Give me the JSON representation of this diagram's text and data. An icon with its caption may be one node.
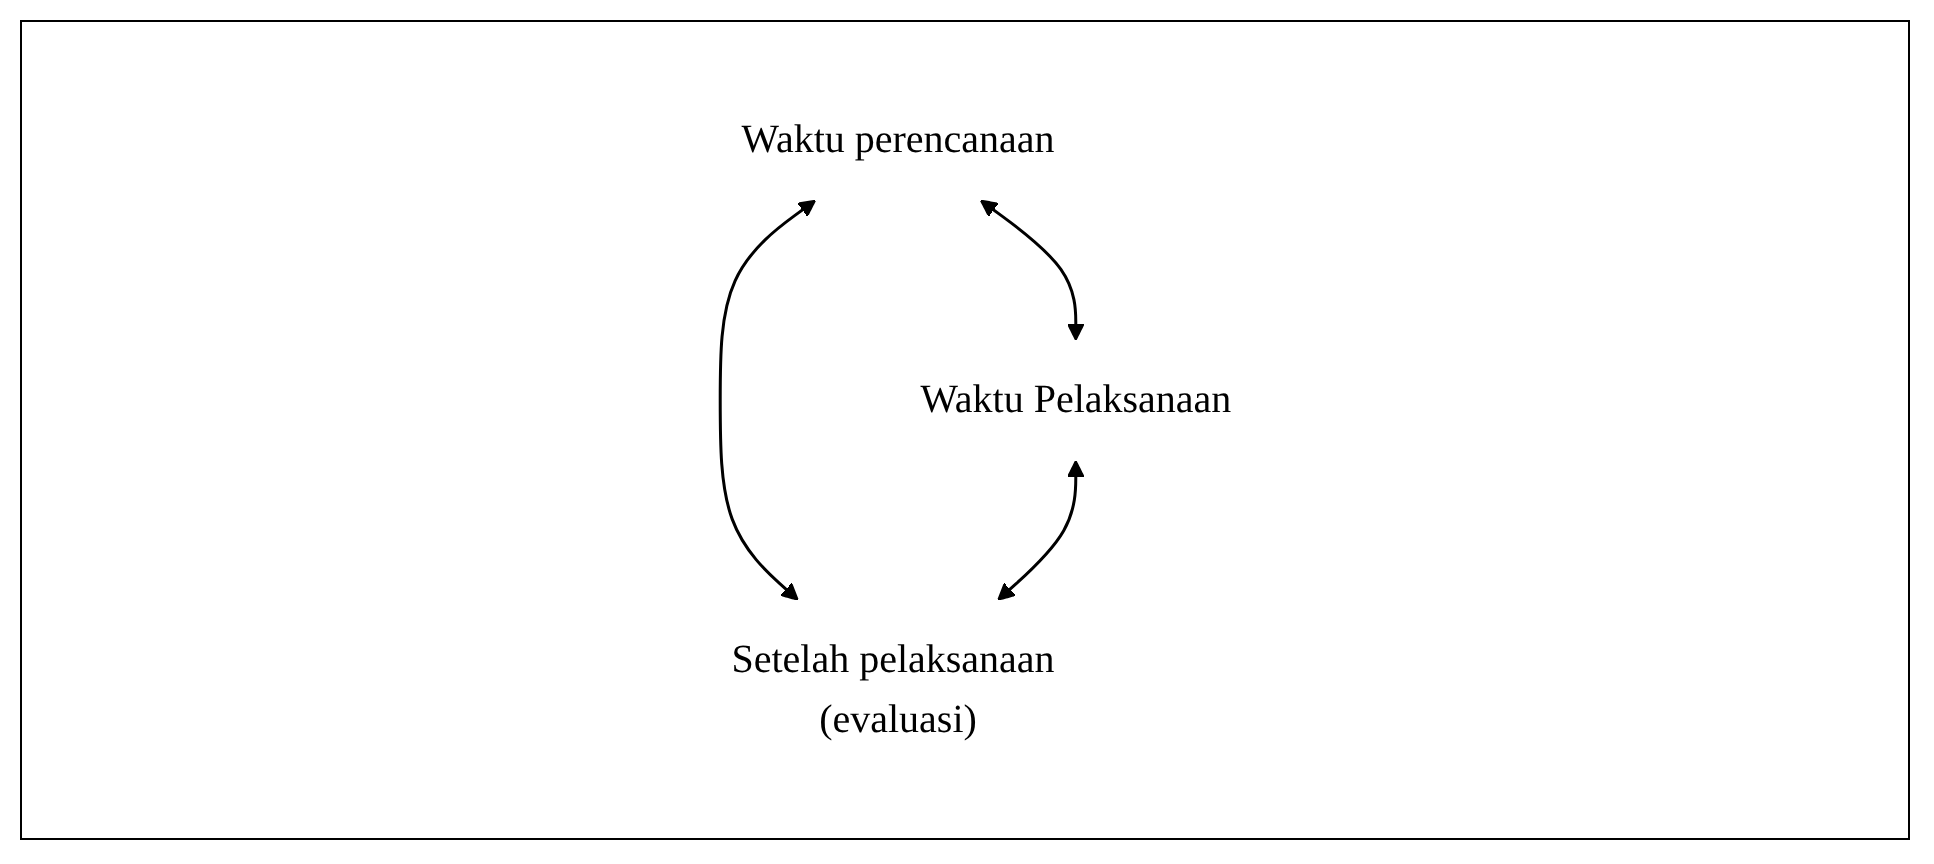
{
  "diagram": {
    "nodes": [
      {
        "text": [
          "Waktu perencanaan"
        ]
      },
      {
        "text": [
          "Waktu Pelaksanaan"
        ]
      },
      {
        "text": [
          "Setelah pelaksanaan (evaluasi)"
        ]
      }
    ],
    "edges": [
      {
        "from": 0,
        "to": 1,
        "arrow": "both"
      },
      {
        "from": 0,
        "to": 2,
        "arrow": "both"
      },
      {
        "from": 1,
        "to": 2,
        "arrow": "both"
      }
    ]
  }
}
